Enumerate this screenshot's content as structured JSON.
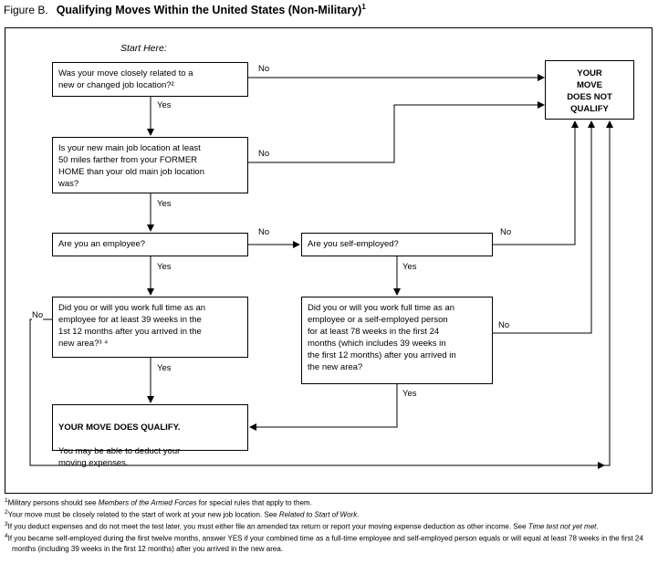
{
  "title": {
    "prefix": "Figure B.",
    "main": "Qualifying Moves Within the United States (Non-Military)",
    "sup": "1"
  },
  "flowchart": {
    "start_label": "Start Here:",
    "labels": {
      "yes": "Yes",
      "no": "No"
    },
    "nodes": {
      "q_job_related": "Was your move closely related to a\nnew or changed job location?²",
      "q_distance": "Is your new main job location at least\n50 miles farther from your FORMER\nHOME than your old main job location\nwas?",
      "q_employee": "Are you an employee?",
      "q_self_employed": "Are you self-employed?",
      "q_39_weeks": "Did you or will you work full time as an\nemployee for at least 39 weeks in the\n1st 12 months after you arrived in the\nnew area?³ ⁴",
      "q_78_weeks": "Did you or will you work full time as an\nemployee or a self-employed person\nfor at least 78 weeks in the first 24\nmonths (which includes 39 weeks in\nthe first 12 months) after you arrived in\nthe new area?",
      "not_qualify": "YOUR\nMOVE\nDOES NOT\nQUALIFY",
      "qualify_head": "YOUR MOVE DOES QUALIFY.",
      "qualify_body": "You may be able to deduct your\nmoving expenses."
    }
  },
  "footnotes": [
    {
      "marker": "1",
      "pre": "Military persons should see ",
      "italic": "Members of the Armed Forces",
      "post": " for special rules that apply to them."
    },
    {
      "marker": "2",
      "pre": "Your move must be closely related to the start of work at your new job location. See ",
      "italic": "Related to Start of Work",
      "post": "."
    },
    {
      "marker": "3",
      "pre": "If you deduct expenses and do not meet the test later, you must either file an amended tax return or report your moving expense deduction as other income. See ",
      "italic": "Time test not yet met",
      "post": "."
    },
    {
      "marker": "4",
      "pre": "If you became self-employed during the first twelve months, answer YES if your combined time as a full-time employee and self-employed person equals or will equal at least 78 weeks in the first 24 months (including 39 weeks in the first 12 months) after you arrived in the new area.",
      "italic": "",
      "post": ""
    }
  ]
}
